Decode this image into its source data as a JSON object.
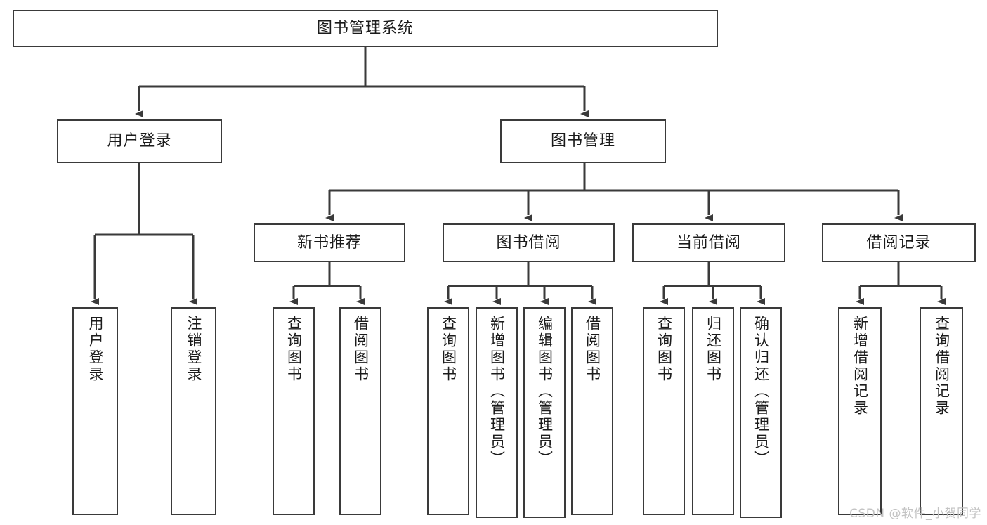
{
  "diagram": {
    "type": "tree-hierarchy",
    "title": "图书管理系统",
    "watermark": "CSDN @软件_小贺同学",
    "colors": {
      "stroke": "#3a3a3a",
      "fill": "#ffffff",
      "text": "#1b1b1b",
      "watermark": "#c3c3c3"
    },
    "levels": {
      "root": {
        "label": "图书管理系统"
      },
      "level2": [
        {
          "label": "用户登录"
        },
        {
          "label": "图书管理"
        }
      ],
      "level3": [
        {
          "label": "新书推荐"
        },
        {
          "label": "图书借阅"
        },
        {
          "label": "当前借阅"
        },
        {
          "label": "借阅记录"
        }
      ]
    },
    "leaves": {
      "user_login": [
        {
          "label": "用户登录"
        },
        {
          "label": "注销登录"
        }
      ],
      "new_book_recommend": [
        {
          "label": "查询图书"
        },
        {
          "label": "借阅图书"
        }
      ],
      "book_borrow": [
        {
          "label": "查询图书"
        },
        {
          "label": "新增图书（管理员）"
        },
        {
          "label": "编辑图书（管理员）"
        },
        {
          "label": "借阅图书"
        }
      ],
      "current_borrow": [
        {
          "label": "查询图书"
        },
        {
          "label": "归还图书"
        },
        {
          "label": "确认归还（管理员）"
        }
      ],
      "borrow_record": [
        {
          "label": "新增借阅记录"
        },
        {
          "label": "查询借阅记录"
        }
      ]
    }
  }
}
